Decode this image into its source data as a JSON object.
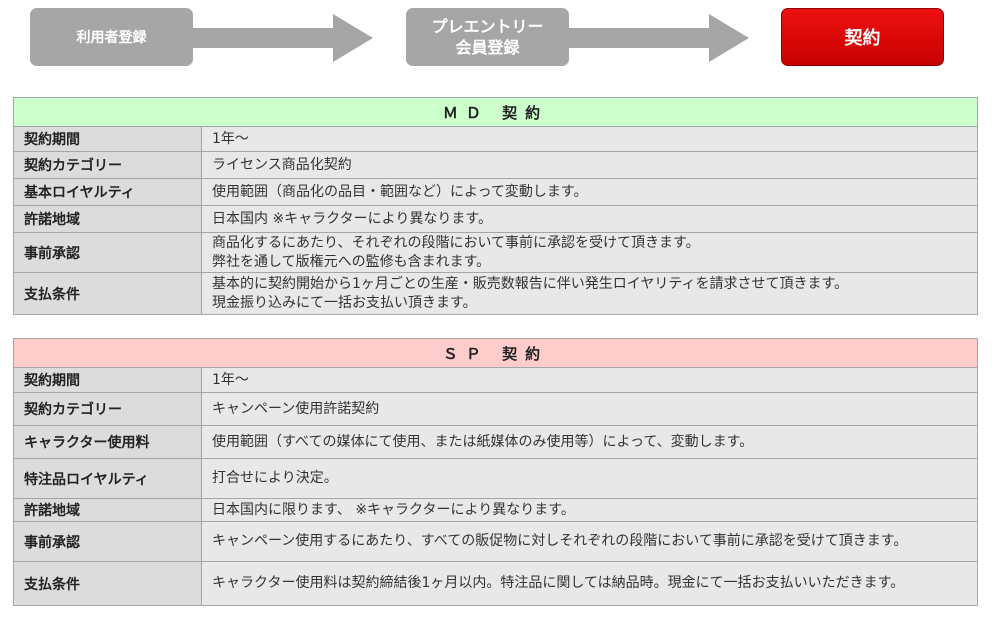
{
  "steps": [
    {
      "label": "利用者登録"
    },
    {
      "label_line1": "プレエントリー",
      "label_line2": "会員登録"
    },
    {
      "label": "契約"
    }
  ],
  "colors": {
    "step_inactive": "#a6a6a6",
    "step_active": "#d90000",
    "md_header": "#ccffcc",
    "sp_header": "#ffcccc",
    "label_bg": "#dcdcdc",
    "value_bg": "#e8e8e8"
  },
  "md": {
    "title": "ＭＤ 契約",
    "rows": [
      {
        "label": "契約期間",
        "lines": [
          "1年～"
        ]
      },
      {
        "label": "契約カテゴリー",
        "lines": [
          "ライセンス商品化契約"
        ]
      },
      {
        "label": "基本ロイヤルティ",
        "lines": [
          "使用範囲（商品化の品目・範囲など）によって変動します。"
        ]
      },
      {
        "label": "許諾地域",
        "lines": [
          "日本国内 ※キャラクターにより異なります。"
        ]
      },
      {
        "label": "事前承認",
        "lines": [
          "商品化するにあたり、それぞれの段階において事前に承認を受けて頂きます。",
          "弊社を通して版権元への監修も含まれます。"
        ]
      },
      {
        "label": "支払条件",
        "lines": [
          "基本的に契約開始から1ヶ月ごとの生産・販売数報告に伴い発生ロイヤリティを請求させて頂きます。",
          "現金振り込みにて一括お支払い頂きます。"
        ]
      }
    ]
  },
  "sp": {
    "title": "ＳＰ 契約",
    "rows": [
      {
        "label": "契約期間",
        "lines": [
          "1年～"
        ]
      },
      {
        "label": "契約カテゴリー",
        "lines": [
          "キャンペーン使用許諾契約"
        ]
      },
      {
        "label": "キャラクター使用料",
        "lines": [
          "使用範囲（すべての媒体にて使用、または紙媒体のみ使用等）によって、変動します。"
        ]
      },
      {
        "label": "特注品ロイヤルティ",
        "lines": [
          "打合せにより決定。"
        ]
      },
      {
        "label": "許諾地域",
        "lines": [
          "日本国内に限ります、 ※キャラクターにより異なります。"
        ]
      },
      {
        "label": "事前承認",
        "lines": [
          "キャンペーン使用するにあたり、すべての販促物に対しそれぞれの段階において事前に承認を受けて頂きます。"
        ]
      },
      {
        "label": "支払条件",
        "lines": [
          "キャラクター使用料は契約締結後1ヶ月以内。特注品に関しては納品時。現金にて一括お支払いいただきます。"
        ]
      }
    ]
  }
}
